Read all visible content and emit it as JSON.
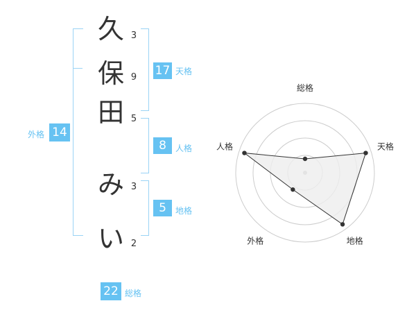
{
  "name_chars": [
    {
      "char": "久",
      "strokes": "3"
    },
    {
      "char": "保",
      "strokes": "9"
    },
    {
      "char": "田",
      "strokes": "5"
    },
    {
      "char": "み",
      "strokes": "3"
    },
    {
      "char": "い",
      "strokes": "2"
    }
  ],
  "fortune": {
    "tenkaku": {
      "value": "17",
      "label": "天格"
    },
    "jinkaku": {
      "value": "8",
      "label": "人格"
    },
    "chikaku": {
      "value": "5",
      "label": "地格"
    },
    "gaikaku": {
      "value": "14",
      "label": "外格"
    },
    "soukaku": {
      "value": "22",
      "label": "総格"
    }
  },
  "chart_data": {
    "type": "radar",
    "axes": [
      "総格",
      "天格",
      "地格",
      "外格",
      "人格"
    ],
    "values": [
      0.2,
      0.92,
      0.92,
      0.3,
      0.92
    ],
    "rlim": [
      0,
      1
    ],
    "rings": 4,
    "colors": {
      "fill": "#eeeeee",
      "line": "#333333",
      "grid": "#cccccc",
      "center": "#bbbbbb"
    }
  },
  "colors": {
    "accent": "#66c2f2",
    "bracket": "#9ad3f5",
    "text": "#333333"
  }
}
